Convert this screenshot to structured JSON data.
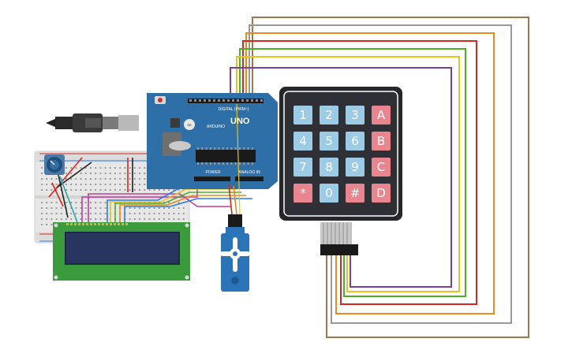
{
  "board": {
    "brand": "ARDUINO",
    "model": "UNO",
    "digital_header": "DIGITAL (PWM~)",
    "power_header": "POWER",
    "analog_header": "ANALOG IN"
  },
  "keypad": {
    "keys": [
      {
        "label": "1",
        "kind": "num"
      },
      {
        "label": "2",
        "kind": "num"
      },
      {
        "label": "3",
        "kind": "num"
      },
      {
        "label": "A",
        "kind": "letter"
      },
      {
        "label": "4",
        "kind": "num"
      },
      {
        "label": "5",
        "kind": "num"
      },
      {
        "label": "6",
        "kind": "num"
      },
      {
        "label": "B",
        "kind": "letter"
      },
      {
        "label": "7",
        "kind": "num"
      },
      {
        "label": "8",
        "kind": "num"
      },
      {
        "label": "9",
        "kind": "num"
      },
      {
        "label": "C",
        "kind": "letter"
      },
      {
        "label": "*",
        "kind": "letter"
      },
      {
        "label": "0",
        "kind": "num"
      },
      {
        "label": "#",
        "kind": "letter"
      },
      {
        "label": "D",
        "kind": "letter"
      }
    ]
  },
  "colors": {
    "num_key": "#9ccbe6",
    "letter_key": "#e8858e",
    "keypad_body": "#25272b",
    "board": "#2f6fa8",
    "lcd_pcb": "#3b9a3c",
    "lcd_screen": "#27355f",
    "servo": "#2c74b8",
    "wire_brown": "#a0784c",
    "wire_grey": "#999999",
    "wire_orange": "#e98a1f",
    "wire_red": "#d9261c",
    "wire_green": "#4caf2a",
    "wire_yellow": "#e6c51d",
    "wire_purple": "#7b3fa0",
    "wire_magenta": "#c23b9e",
    "wire_blue": "#2b7de0",
    "wire_teal": "#2aa6a0"
  }
}
